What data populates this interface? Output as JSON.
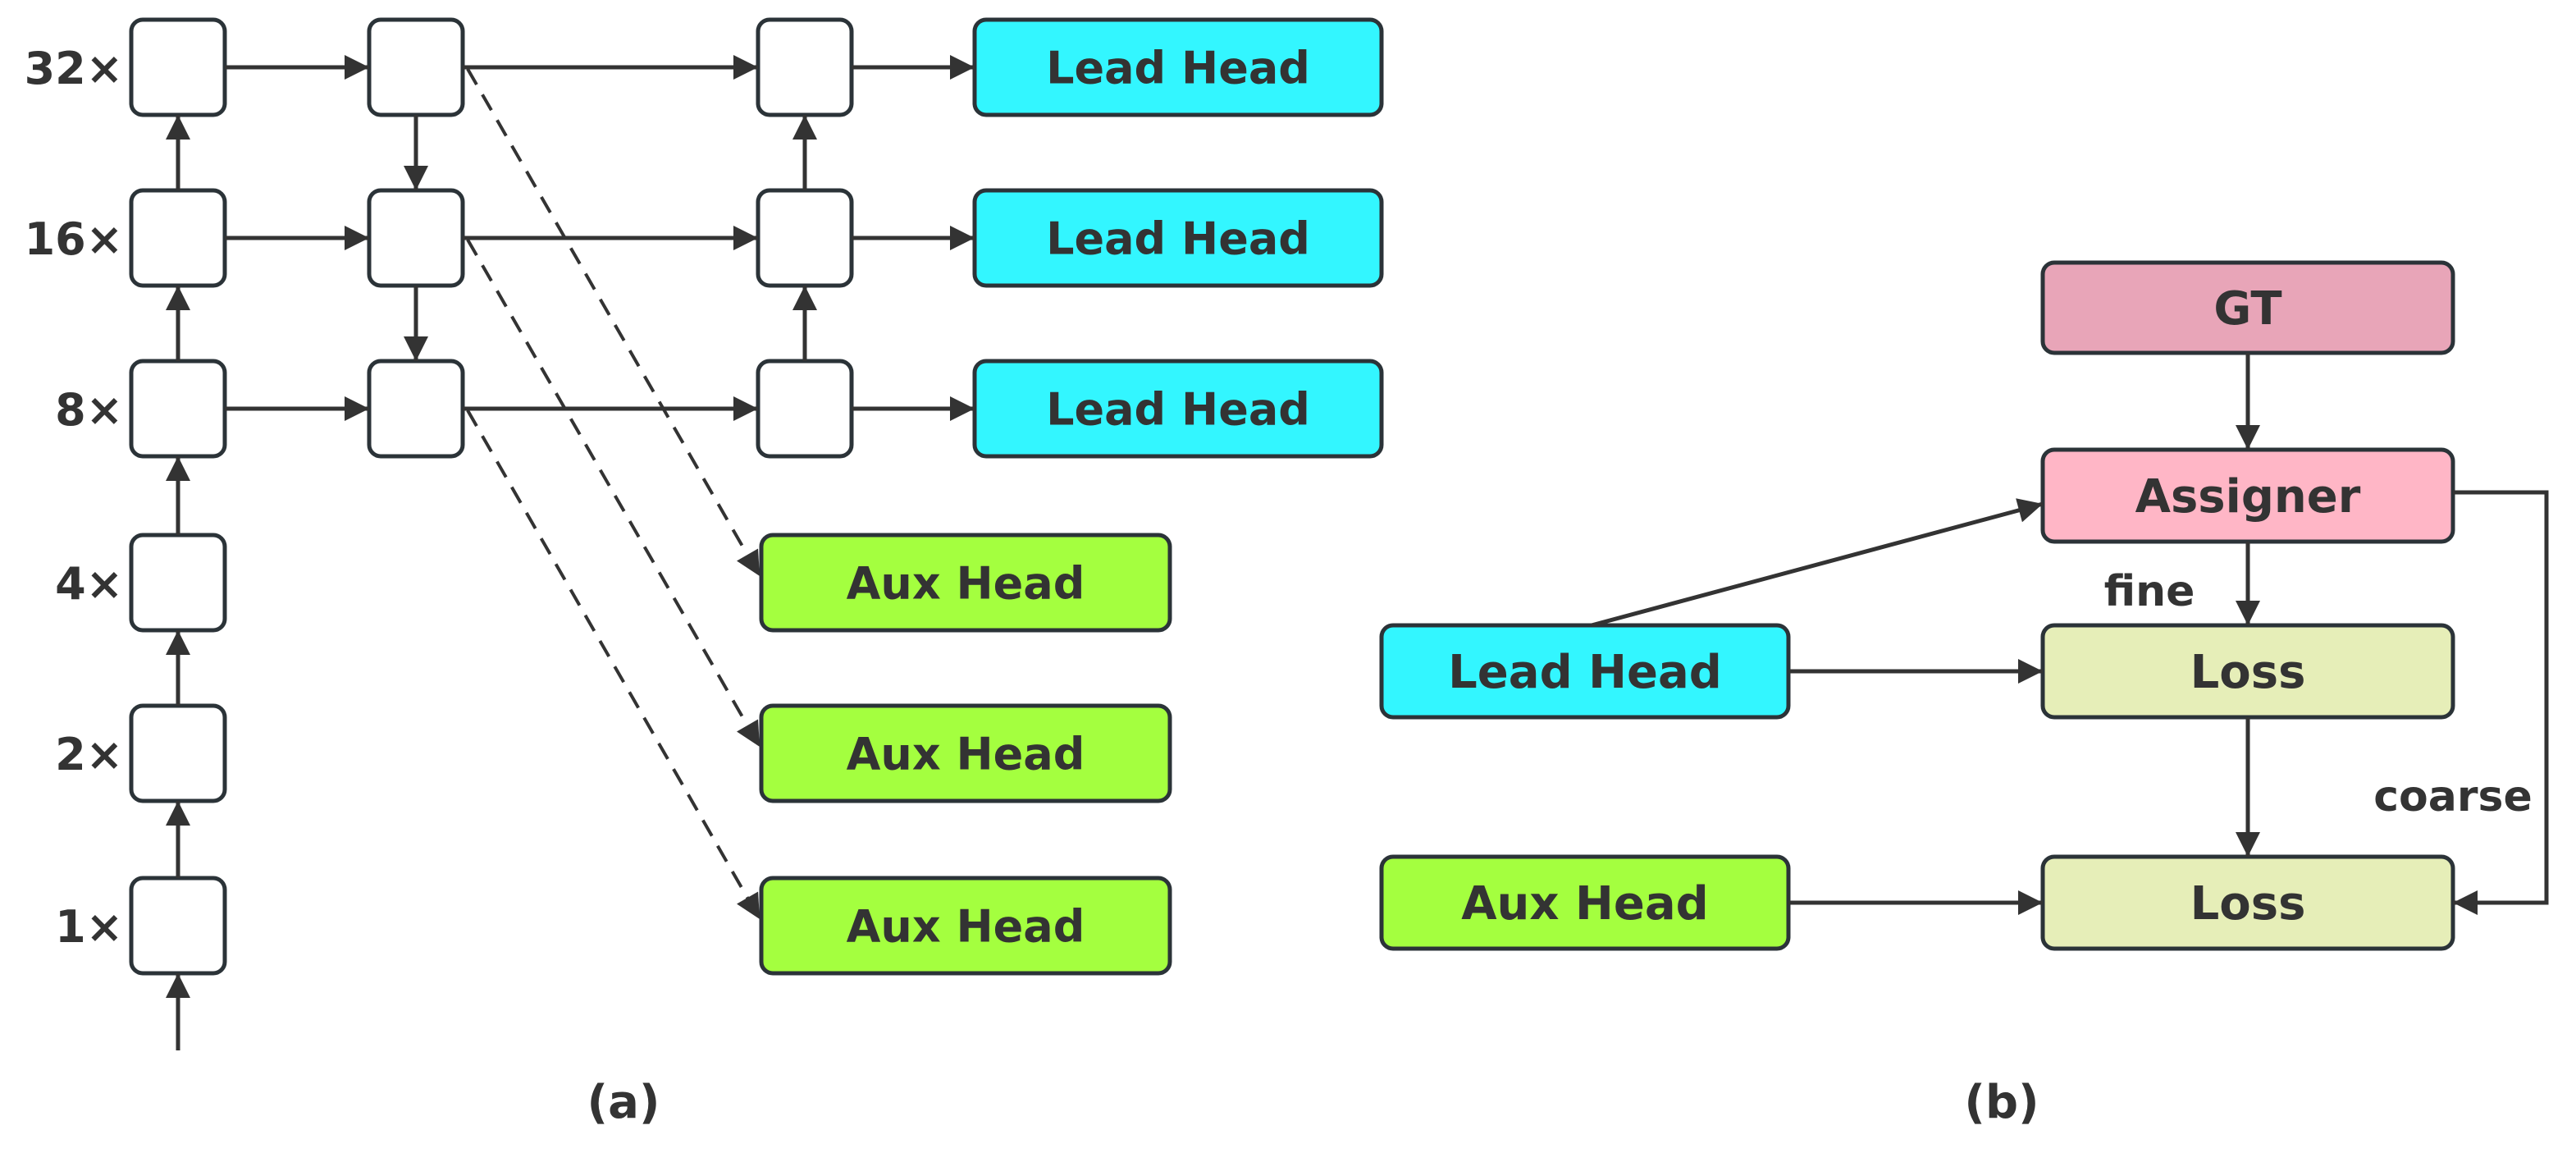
{
  "panel_a": {
    "caption": "(a)",
    "scales": [
      "32×",
      "16×",
      "8×",
      "4×",
      "2×",
      "1×"
    ],
    "lead_heads": [
      "Lead Head",
      "Lead Head",
      "Lead Head"
    ],
    "aux_heads": [
      "Aux Head",
      "Aux Head",
      "Aux Head"
    ]
  },
  "panel_b": {
    "caption": "(b)",
    "gt": "GT",
    "assigner": "Assigner",
    "loss1": "Loss",
    "loss2": "Loss",
    "lead_head": "Lead Head",
    "aux_head": "Aux Head",
    "fine_label": "fine",
    "coarse_label": "coarse"
  },
  "colors": {
    "lead": "#33f6ff",
    "aux": "#a4ff3f",
    "gt": "#e8a5b8",
    "assigner": "#ffb6c6",
    "loss": "#e6eeb8",
    "node": "#ffffff"
  }
}
